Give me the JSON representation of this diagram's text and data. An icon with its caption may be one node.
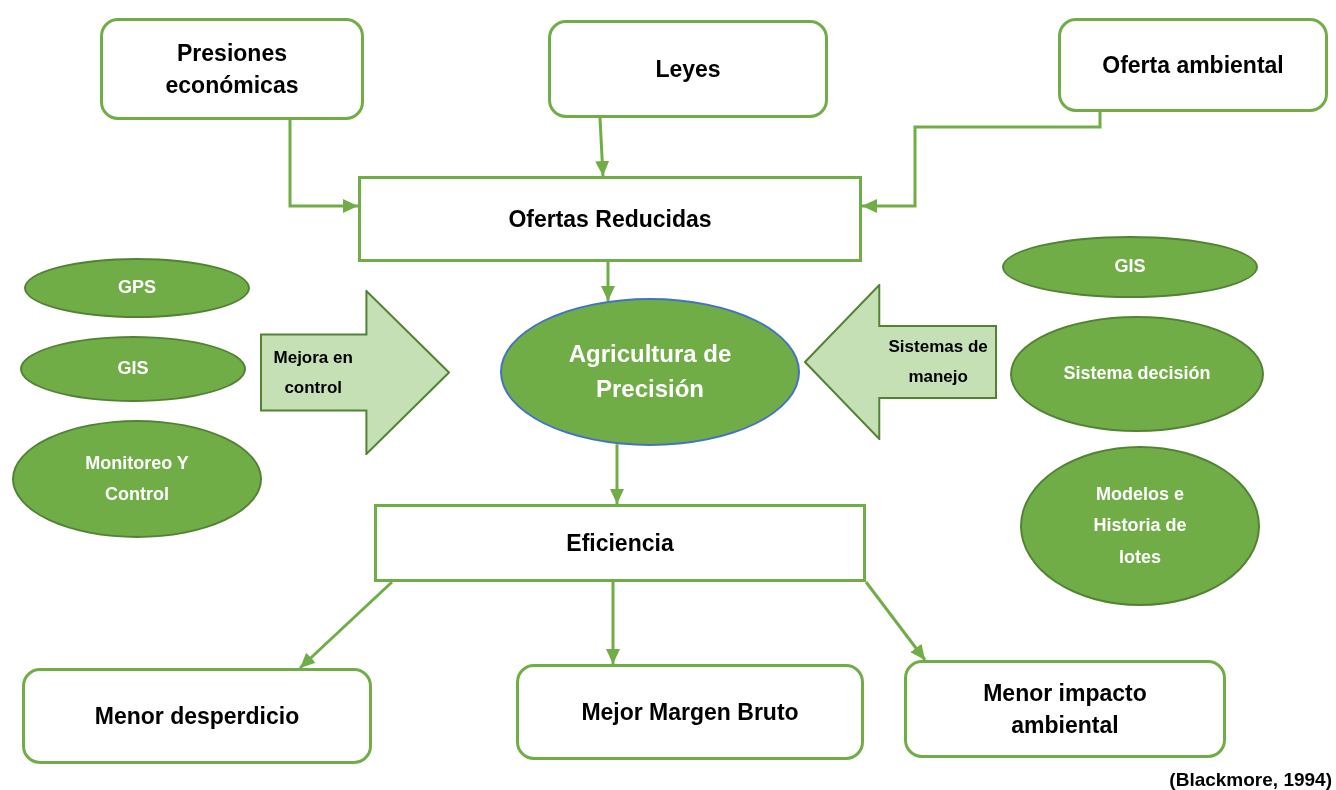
{
  "diagram": {
    "caption": "(Blackmore, 1994)",
    "nodes": [
      {
        "text": [
          "Presiones económicas"
        ]
      },
      {
        "text": [
          "Leyes"
        ]
      },
      {
        "text": [
          "Oferta ambiental"
        ]
      },
      {
        "text": [
          "Ofertas Reducidas"
        ]
      },
      {
        "text": [
          "GPS"
        ]
      },
      {
        "text": [
          "GIS"
        ]
      },
      {
        "text": [
          "Monitoreo Y Control"
        ]
      },
      {
        "text": [
          "Mejora en control"
        ]
      },
      {
        "text": [
          "Agricultura de Precisión"
        ]
      },
      {
        "text": [
          "Sistemas de manejo"
        ]
      },
      {
        "text": [
          "GIS"
        ]
      },
      {
        "text": [
          "Sistema decisión"
        ]
      },
      {
        "text": [
          "Modelos e Historia de lotes"
        ]
      },
      {
        "text": [
          "Eficiencia"
        ]
      },
      {
        "text": [
          "Menor desperdicio"
        ]
      },
      {
        "text": [
          "Mejor Margen Bruto"
        ]
      },
      {
        "text": [
          "Menor impacto ambiental"
        ]
      }
    ],
    "edges": [
      {
        "from": 0,
        "to": 3,
        "arrow": "to"
      },
      {
        "from": 1,
        "to": 3,
        "arrow": "to"
      },
      {
        "from": 2,
        "to": 3,
        "arrow": "to"
      },
      {
        "from": 3,
        "to": 8,
        "arrow": "to"
      },
      {
        "from": 8,
        "to": 13,
        "arrow": "to"
      },
      {
        "from": 13,
        "to": 14,
        "arrow": "to"
      },
      {
        "from": 13,
        "to": 15,
        "arrow": "to"
      },
      {
        "from": 13,
        "to": 16,
        "arrow": "to"
      }
    ]
  }
}
